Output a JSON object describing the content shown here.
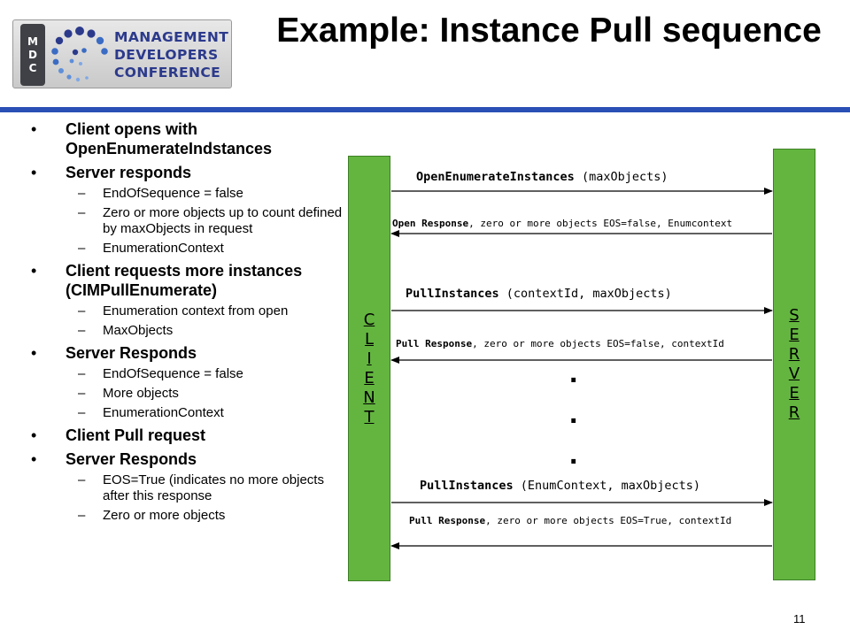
{
  "title": "Example: Instance Pull sequence",
  "logo": {
    "tab_letters": [
      "M",
      "D",
      "C"
    ],
    "words": [
      "MANAGEMENT",
      "DEVELOPERS",
      "CONFERENCE"
    ]
  },
  "bullets": [
    {
      "level": 1,
      "text": "Client opens with OpenEnumerateIndstances"
    },
    {
      "level": 1,
      "text": "Server responds"
    },
    {
      "level": 2,
      "text": "EndOfSequence = false"
    },
    {
      "level": 2,
      "text": "Zero or more objects up to count defined by maxObjects in request"
    },
    {
      "level": 2,
      "text": "EnumerationContext"
    },
    {
      "level": 1,
      "text": "Client requests more instances (CIMPullEnumerate)"
    },
    {
      "level": 2,
      "text": "Enumeration context from open"
    },
    {
      "level": 2,
      "text": "MaxObjects"
    },
    {
      "level": 1,
      "text": "Server Responds"
    },
    {
      "level": 2,
      "text": "EndOfSequence = false"
    },
    {
      "level": 2,
      "text": "More objects"
    },
    {
      "level": 2,
      "text": "EnumerationContext"
    },
    {
      "level": 1,
      "text": "Client Pull request"
    },
    {
      "level": 1,
      "text": "Server Responds"
    },
    {
      "level": 2,
      "text": "EOS=True (indicates no more objects after this response"
    },
    {
      "level": 2,
      "text": "Zero or more objects"
    }
  ],
  "diagram": {
    "client_label": [
      "C",
      "L",
      "I",
      "E",
      "N",
      "T"
    ],
    "server_label": [
      "S",
      "E",
      "R",
      "V",
      "E",
      "R"
    ],
    "messages": [
      {
        "bold": "OpenEnumerateInstances",
        "rest": "  (maxObjects)"
      },
      {
        "bold": "Open Response",
        "rest": ", zero or more objects EOS=false, Enumcontext"
      },
      {
        "bold": "PullInstances",
        "rest": " (contextId, maxObjects)"
      },
      {
        "bold": "Pull Response",
        "rest": ", zero or more objects EOS=false, contextId"
      },
      {
        "bold": "PullInstances",
        "rest": " (EnumContext, maxObjects)"
      },
      {
        "bold": "Pull Response",
        "rest": ", zero or more objects EOS=True, contextId"
      }
    ],
    "ellipsis": [
      ".",
      ".",
      "."
    ]
  },
  "page_number": "11",
  "colors": {
    "actor_fill": "#63b53f",
    "rule": "#2a4fb5",
    "logo_text": "#2c3a8c"
  }
}
